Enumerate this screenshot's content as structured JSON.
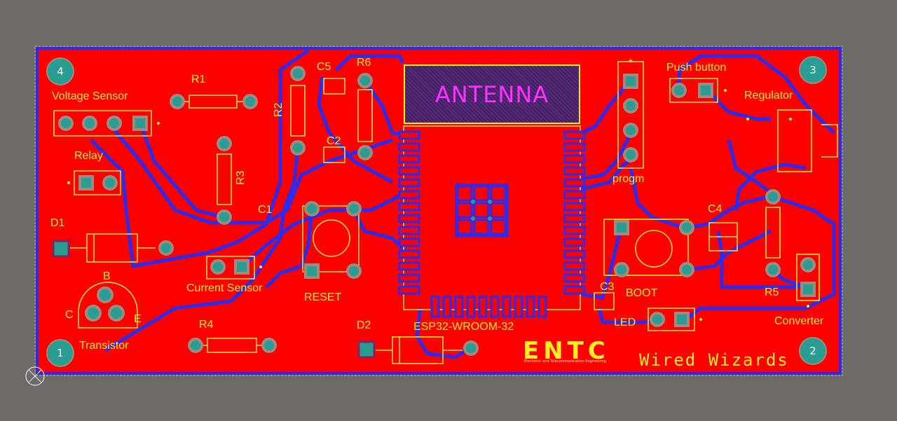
{
  "board": {
    "colors": {
      "background": "#6e6a68",
      "copper_top": "#ff0000",
      "trace_bottom": "#2a2cf0",
      "silkscreen": "#ffee22",
      "pad": "#2a9c92",
      "antenna_text": "#ff30ff"
    },
    "mounting_holes": [
      "4",
      "3",
      "1",
      "2"
    ],
    "labels": {
      "r1": "R1",
      "r2": "R2",
      "r3": "R3",
      "r4": "R4",
      "r5": "R5",
      "r6": "R6",
      "c1": "C1",
      "c2": "C2",
      "c3": "C3",
      "c4": "C4",
      "c5": "C5",
      "d1": "D1",
      "d2": "D2",
      "voltage_sensor": "Voltage Sensor",
      "relay": "Relay",
      "current_sensor": "Current Sensor",
      "transistor": "Transistor",
      "transistor_b": "B",
      "transistor_c": "C",
      "transistor_e": "E",
      "reset": "RESET",
      "boot": "BOOT",
      "led": "LED",
      "progm": "progm",
      "push_button": "Push button",
      "regulator": "Regulator",
      "converter": "Converter",
      "esp32": "ESP32-WROOM-32",
      "antenna": "ANTENNA"
    },
    "logo": {
      "text": "ENTC",
      "subtitle": "Electronic and Telecommunication Engineering"
    },
    "signature": "Wired Wizards"
  }
}
